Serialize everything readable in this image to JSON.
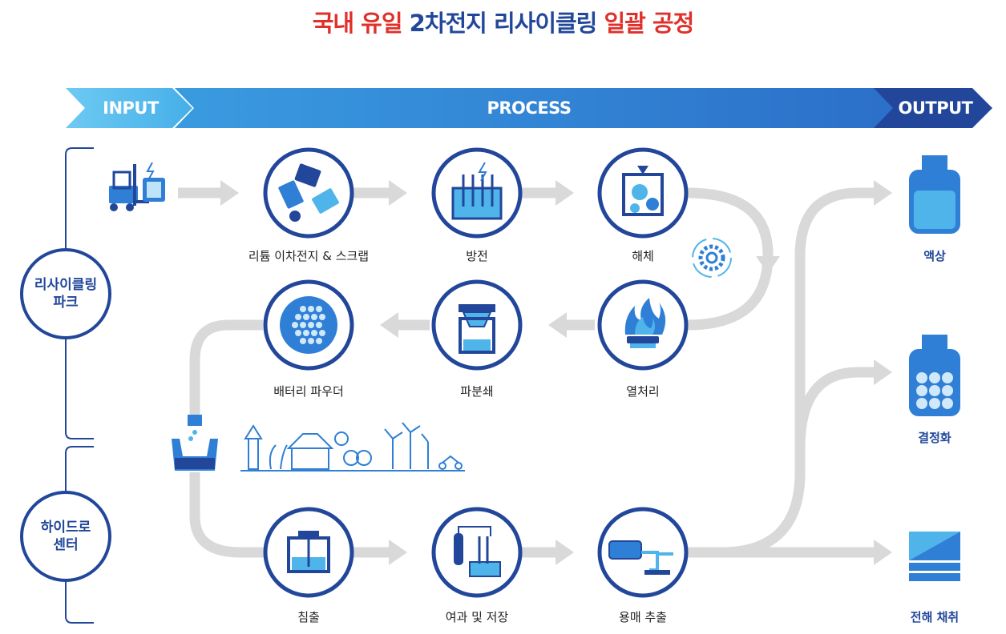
{
  "title": {
    "part1": "국내 유일",
    "part2": "2차전지 리사이클링",
    "part3": "일괄 공정"
  },
  "stages": {
    "input": "INPUT",
    "process": "PROCESS",
    "output": "OUTPUT"
  },
  "centers": {
    "recycling_park": [
      "리사이클링",
      "파크"
    ],
    "hydro_center": [
      "하이드로",
      "센터"
    ]
  },
  "steps": {
    "scrap": "리튬 이차전지 & 스크랩",
    "discharge": "방전",
    "dismantle": "해체",
    "heat": "열처리",
    "crush": "파분쇄",
    "powder": "배터리 파우더",
    "leach": "침출",
    "filter": "여과 및 저장",
    "solvent": "용매 추출"
  },
  "outputs": {
    "liquid": "액상",
    "crystal": "결정화",
    "electrolysis": "전해 채취"
  },
  "colors": {
    "title_red": "#e0302b",
    "title_blue": "#22479a",
    "navy": "#22479a",
    "blue": "#2f7fd6",
    "light_blue": "#4fb4ea",
    "pipe_gray": "#d9d9d9"
  },
  "icons": [
    "forklift-icon",
    "battery-icon",
    "discharge-icon",
    "gear-icon",
    "flame-icon",
    "crusher-icon",
    "powder-icon",
    "tank-icon",
    "filter-icon",
    "extraction-icon",
    "bottle-icon",
    "crystal-bottle-icon",
    "electrolysis-icon",
    "city-skyline-icon"
  ]
}
